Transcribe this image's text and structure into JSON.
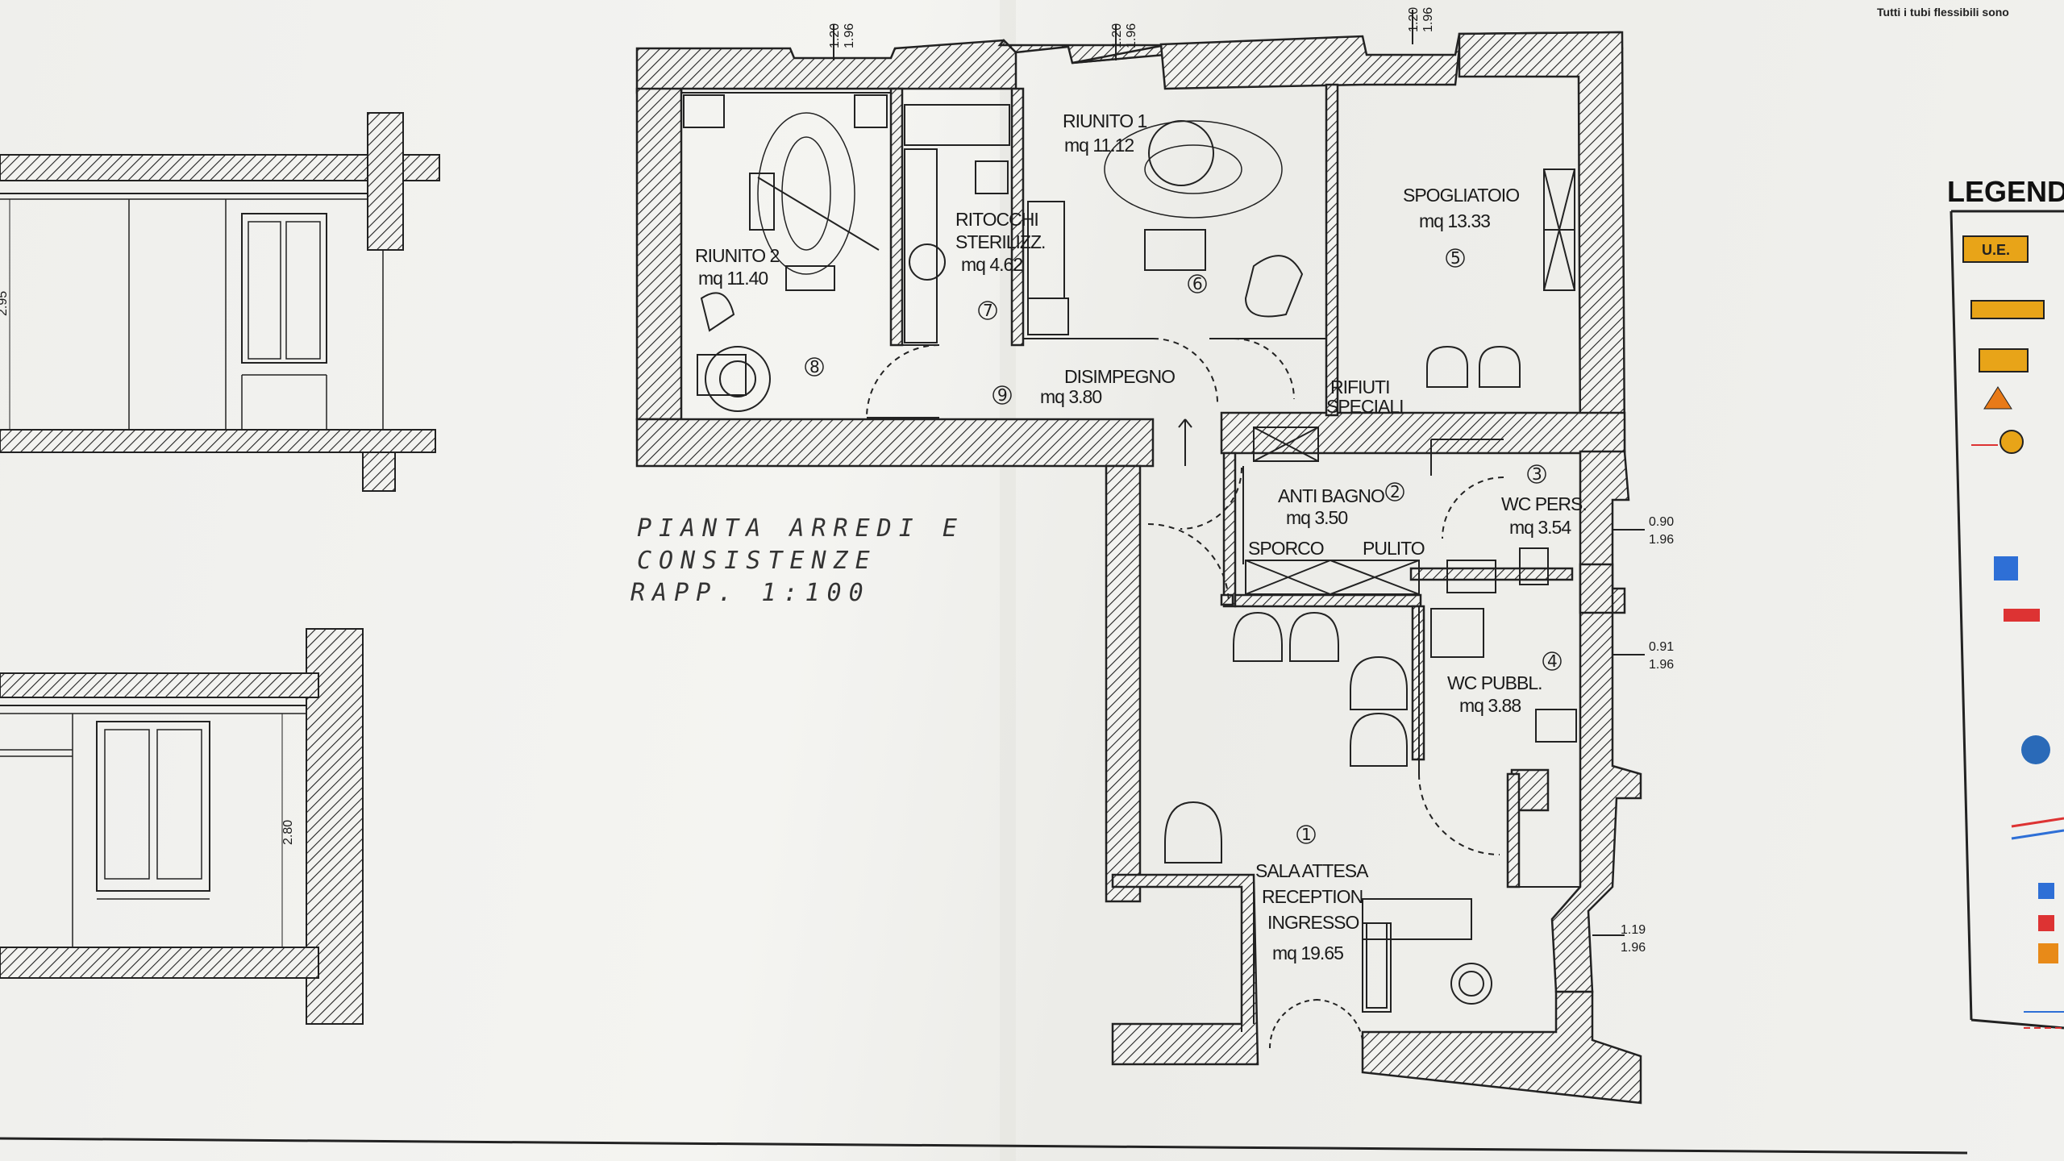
{
  "plan": {
    "title_line1": "PIANTA ARREDI E",
    "title_line2": "CONSISTENZE",
    "title_line3": "RAPP. 1:100"
  },
  "rooms": {
    "riunito2": {
      "name": "RIUNITO 2",
      "area": "mq 11.40",
      "num": "8"
    },
    "ritocchi": {
      "name1": "RITOCCHI",
      "name2": "STERILIZZ.",
      "area": "mq 4.62",
      "num": "7"
    },
    "riunito1": {
      "name": "RIUNITO 1",
      "area": "mq 11.12",
      "num": "6"
    },
    "spogliatoio": {
      "name": "SPOGLIATOIO",
      "area": "mq 13.33",
      "num": "5"
    },
    "disimpegno": {
      "name": "DISIMPEGNO",
      "area": "mq 3.80",
      "num": "9"
    },
    "rifiuti": {
      "name1": "RIFIUTI",
      "name2": "SPECIALI"
    },
    "antibagno": {
      "name": "ANTI BAGNO",
      "area": "mq 3.50",
      "num": "2",
      "sporco": "SPORCO",
      "pulito": "PULITO"
    },
    "wcpers": {
      "name": "WC PERS.",
      "area": "mq 3.54",
      "num": "3"
    },
    "wcpubbl": {
      "name": "WC PUBBL.",
      "area": "mq 3.88",
      "num": "4"
    },
    "sala": {
      "name1": "SALA ATTESA",
      "name2": "RECEPTION",
      "name3": "INGRESSO",
      "area": "mq 19.65",
      "num": "1"
    }
  },
  "dimensions": {
    "top1_a": "1.20",
    "top1_b": "1.96",
    "top2_a": "1.20",
    "top2_b": "1.96",
    "top3_a": "1.20",
    "top3_b": "1.96",
    "right1_a": "0.90",
    "right1_b": "1.96",
    "right2_a": "0.91",
    "right2_b": "1.96",
    "right3_a": "1.19",
    "right3_b": "1.96",
    "section1_h": "2.95",
    "section2_h": "2.80"
  },
  "legend": {
    "title": "LEGEND",
    "ue_label": "U.E."
  },
  "corner_text": "Tutti i tubi flessibili sono"
}
